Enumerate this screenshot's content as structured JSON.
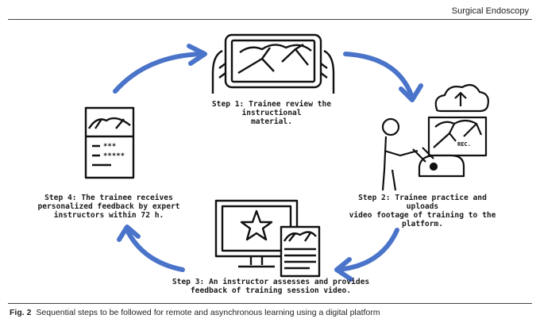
{
  "header": {
    "journal": "Surgical Endoscopy"
  },
  "figure": {
    "steps": [
      {
        "text": "Step 1: Trainee review the instructional\nmaterial."
      },
      {
        "text": "Step 2: Trainee practice and uploads\nvideo footage of training to the\nplatform."
      },
      {
        "text": "Step 3: An instructor assesses and provides\nfeedback of training session video."
      },
      {
        "text": "Step 4: The trainee receives\npersonalized feedback by expert\ninstructors within 72 h."
      }
    ],
    "rec_label": "REC.",
    "arrow_color": "#4a74c9"
  },
  "caption": {
    "label": "Fig. 2",
    "text": "Sequential steps to be followed for remote and asynchronous learning using a digital platform"
  }
}
